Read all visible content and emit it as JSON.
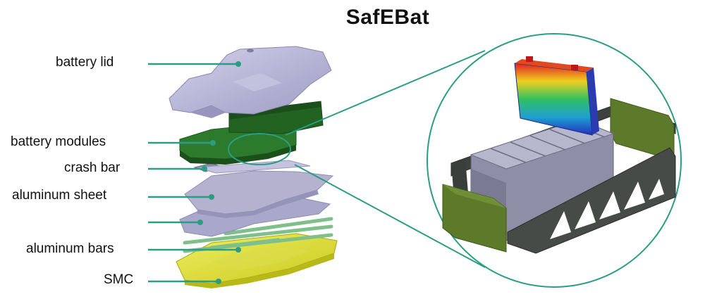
{
  "title": "SafEBat",
  "labels": {
    "battery_lid": "battery lid",
    "battery_modules": "battery modules",
    "crash_bar": "crash bar",
    "aluminum_sheet": "aluminum sheet",
    "aluminum_bars": "aluminum bars",
    "smc": "SMC"
  },
  "colors": {
    "leader_line": "#2a9d82",
    "lid": "#b9b7d6",
    "modules": "#2f7a2f",
    "sheet": "#b4b2cf",
    "bars": "#9acc9a",
    "smc": "#dede3a",
    "frame": "#4a4e4a",
    "end_plate": "#5c7a2a",
    "cell": "#8e8fa6"
  }
}
